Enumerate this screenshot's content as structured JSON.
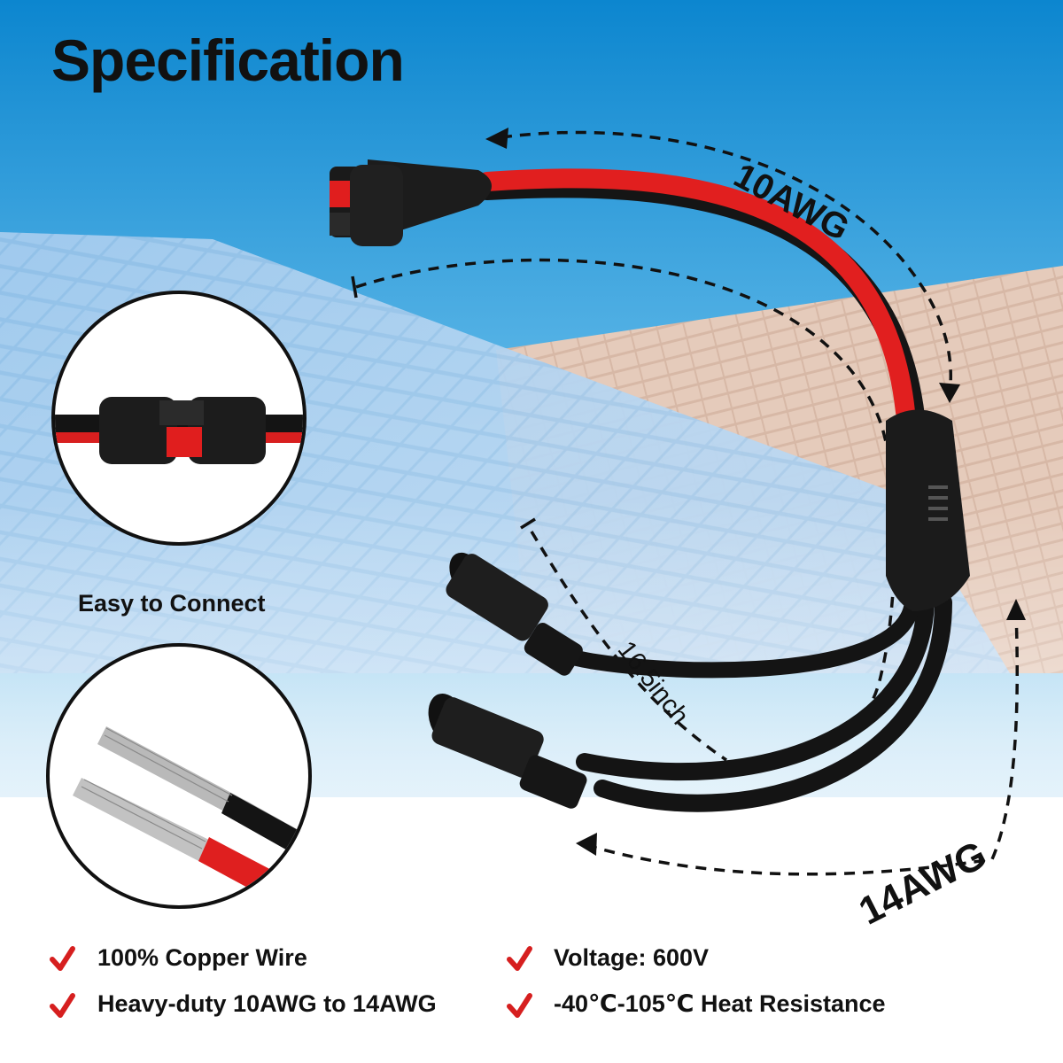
{
  "title": "Specification",
  "callout": {
    "caption": "Easy to Connect"
  },
  "dimensions": {
    "upper_gauge": "10AWG",
    "lower_gauge": "14AWG",
    "length": "16.5inch"
  },
  "features": [
    {
      "text": "100% Copper Wire"
    },
    {
      "text": "Voltage: 600V"
    },
    {
      "text": "Heavy-duty 10AWG to 14AWG"
    },
    {
      "text": "-40℃-105℃ Heat Resistance"
    }
  ],
  "colors": {
    "check": "#d61f1f",
    "wire_red": "#e01e1e",
    "wire_black": "#161616",
    "sky_top": "#0f8fd3",
    "sky_bottom": "#cfe8f7"
  },
  "icons": [
    "check-icon",
    "connector-icon",
    "copper-wire-icon"
  ]
}
